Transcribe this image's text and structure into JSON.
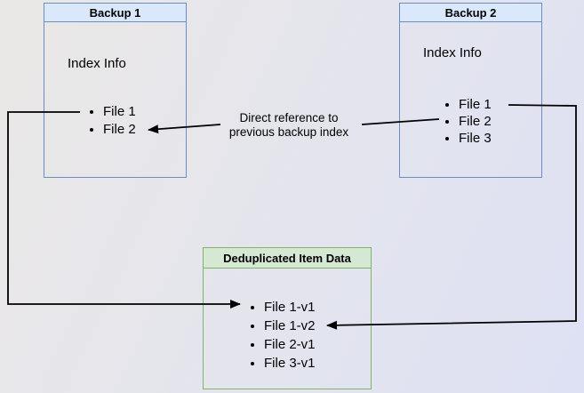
{
  "colors": {
    "bg_from": "#eae8e6",
    "bg_to": "#dee1f4",
    "blue_fill": "#dae8fc",
    "blue_border": "#6c8ebf",
    "green_fill": "#d5e8d4",
    "green_border": "#82b366",
    "edge": "#000000"
  },
  "backup1": {
    "title": "Backup 1",
    "subtitle": "Index Info",
    "files": [
      "File 1",
      "File 2"
    ]
  },
  "backup2": {
    "title": "Backup 2",
    "subtitle": "Index Info",
    "files": [
      "File 1",
      "File 2",
      "File 3"
    ]
  },
  "dedup": {
    "title": "Deduplicated Item Data",
    "files": [
      "File 1-v1",
      "File 1-v2",
      "File 2-v1",
      "File 3-v1"
    ]
  },
  "edge_label": {
    "line1": "Direct reference to",
    "line2": "previous backup index"
  }
}
